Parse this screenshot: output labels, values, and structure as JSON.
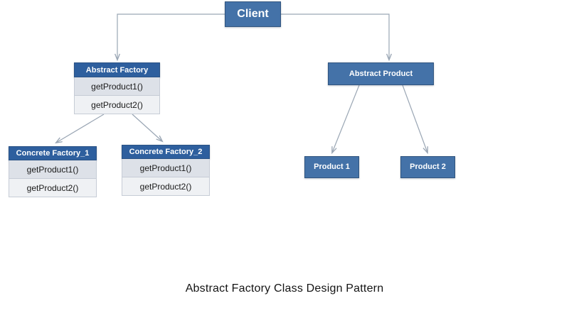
{
  "diagram": {
    "caption": "Abstract Factory Class Design Pattern",
    "colors": {
      "node_fill": "#4472a8",
      "node_border": "#31557f",
      "header_fill": "#2e5f9e",
      "row_fill_primary": "#dde1e8",
      "row_fill_secondary": "#eff1f4",
      "connector": "#9aa6b4",
      "canvas": "#ffffff",
      "caption_text": "#141414"
    },
    "nodes": {
      "client": {
        "title": "Client",
        "type": "simple"
      },
      "abstract_factory": {
        "title": "Abstract Factory",
        "type": "class",
        "methods": [
          "getProduct1()",
          "getProduct2()"
        ]
      },
      "abstract_product": {
        "title": "Abstract Product",
        "type": "simple"
      },
      "concrete_factory_1": {
        "title": "Concrete Factory_1",
        "type": "class",
        "methods": [
          "getProduct1()",
          "getProduct2()"
        ]
      },
      "concrete_factory_2": {
        "title": "Concrete Factory_2",
        "type": "class",
        "methods": [
          "getProduct1()",
          "getProduct2()"
        ]
      },
      "product_1": {
        "title": "Product 1",
        "type": "simple"
      },
      "product_2": {
        "title": "Product 2",
        "type": "simple"
      }
    },
    "connectors": [
      {
        "name": "client-to-abstract-factory",
        "from": "client",
        "to": "abstract_factory",
        "style": "elbow",
        "arrow": "end"
      },
      {
        "name": "client-to-abstract-product",
        "from": "client",
        "to": "abstract_product",
        "style": "elbow",
        "arrow": "end"
      },
      {
        "name": "abstract-factory-to-concrete-factory-1",
        "from": "abstract_factory",
        "to": "concrete_factory_1",
        "style": "straight",
        "arrow": "end"
      },
      {
        "name": "abstract-factory-to-concrete-factory-2",
        "from": "abstract_factory",
        "to": "concrete_factory_2",
        "style": "straight",
        "arrow": "end"
      },
      {
        "name": "abstract-product-to-product-1",
        "from": "abstract_product",
        "to": "product_1",
        "style": "straight",
        "arrow": "end"
      },
      {
        "name": "abstract-product-to-product-2",
        "from": "abstract_product",
        "to": "product_2",
        "style": "straight",
        "arrow": "end"
      }
    ]
  }
}
